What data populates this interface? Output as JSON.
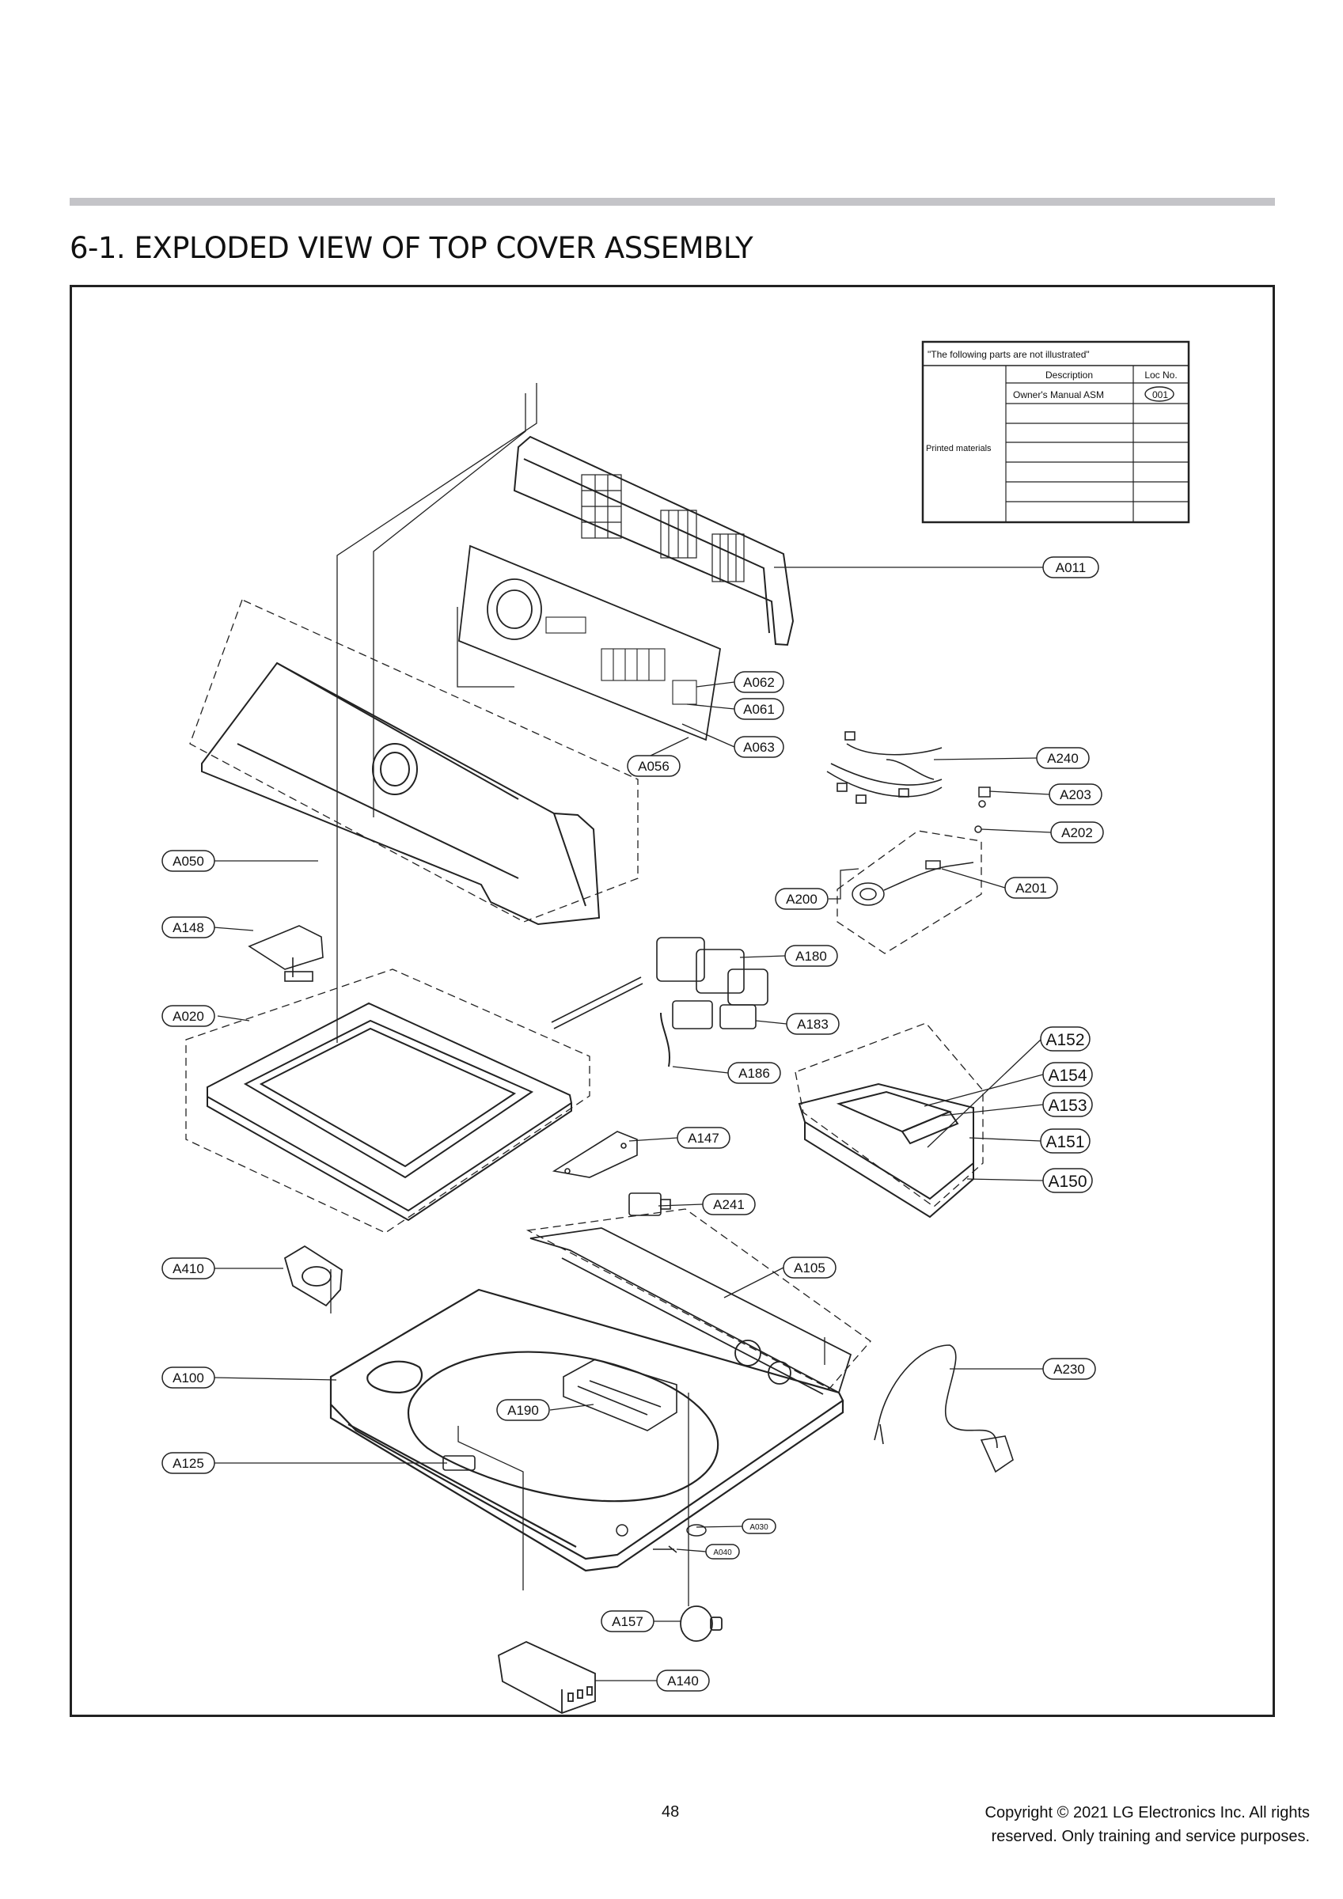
{
  "page": {
    "title": "6-1. EXPLODED VIEW OF TOP COVER ASSEMBLY",
    "page_number": "48",
    "copyright_line1": "Copyright © 2021 LG Electronics Inc. All rights",
    "copyright_line2": "reserved. Only training and service purposes."
  },
  "parts_table": {
    "heading": "\"The following parts are not illustrated\"",
    "col_description": "Description",
    "col_loc": "Loc No.",
    "category": "Printed materials",
    "rows": [
      {
        "description": "Owner's Manual ASM",
        "loc": "001"
      }
    ]
  },
  "callouts": {
    "A011": "A011",
    "A062": "A062",
    "A061": "A061",
    "A063": "A063",
    "A056": "A056",
    "A240": "A240",
    "A203": "A203",
    "A202": "A202",
    "A201": "A201",
    "A200": "A200",
    "A050": "A050",
    "A148": "A148",
    "A180": "A180",
    "A020": "A020",
    "A183": "A183",
    "A152": "A152",
    "A186": "A186",
    "A154": "A154",
    "A153": "A153",
    "A147": "A147",
    "A151": "A151",
    "A150": "A150",
    "A241": "A241",
    "A410": "A410",
    "A105": "A105",
    "A100": "A100",
    "A230": "A230",
    "A190": "A190",
    "A125": "A125",
    "A030": "A030",
    "A040": "A040",
    "A157": "A157",
    "A140": "A140"
  }
}
